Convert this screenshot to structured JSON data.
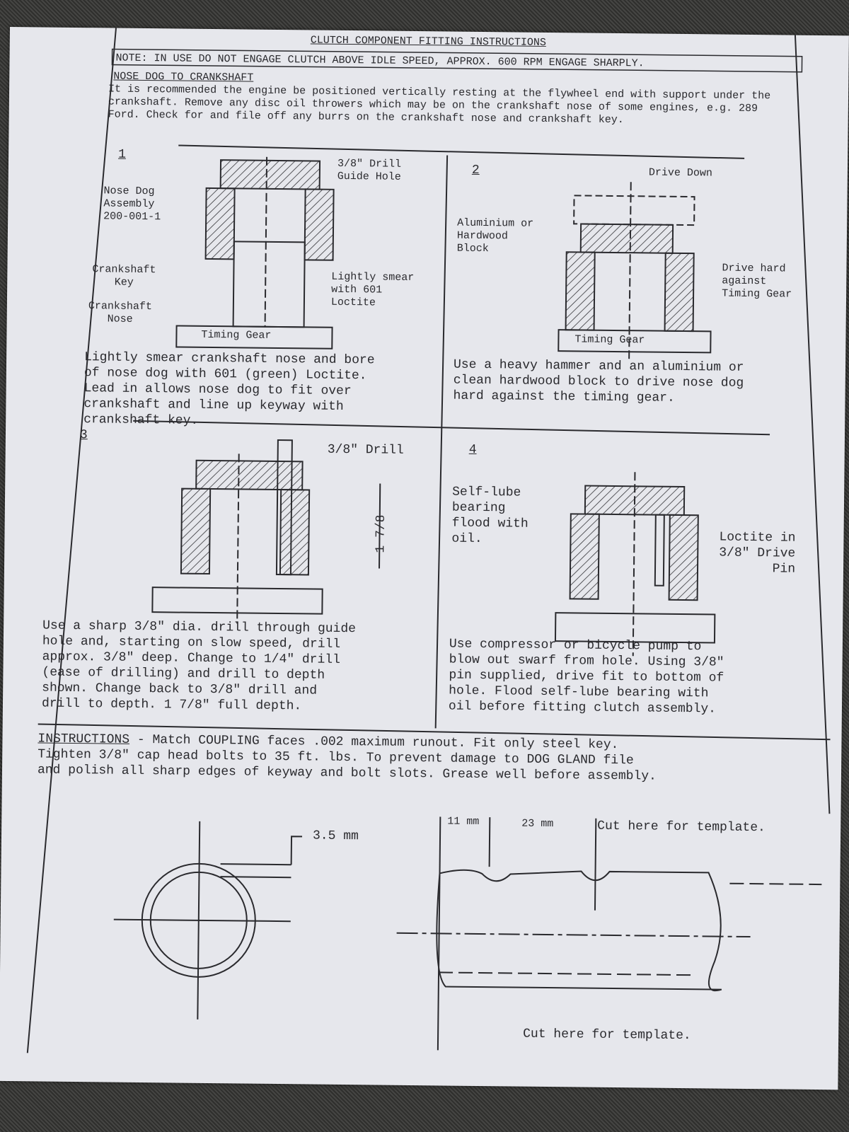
{
  "title": "CLUTCH COMPONENT FITTING INSTRUCTIONS",
  "note": "NOTE: IN USE DO NOT ENGAGE CLUTCH ABOVE IDLE SPEED, APPROX. 600 RPM ENGAGE SHARPLY.",
  "section": {
    "heading": "NOSE DOG TO CRANKSHAFT",
    "intro": "It is recommended the engine be positioned vertically resting at the flywheel end with support under the crankshaft. Remove any disc oil throwers which may be on the crankshaft nose of some engines, e.g. 289 Ford. Check for and file off any burrs on the crankshaft nose and crankshaft key."
  },
  "steps": [
    {
      "number": "1",
      "labels": {
        "drill_guide": "3/8\" Drill\nGuide Hole",
        "nose_dog": "Nose Dog\nAssembly\n200-001-1",
        "key": "Crankshaft\nKey",
        "nose": "Crankshaft\nNose",
        "smear": "Lightly smear\nwith 601\nLoctite",
        "gear": "Timing Gear"
      },
      "text": "Lightly smear crankshaft nose and bore\nof nose dog with 601 (green) Loctite.\nLead in allows nose dog to fit over\ncrankshaft and line up keyway with\ncrankshaft key."
    },
    {
      "number": "2",
      "labels": {
        "drive_down": "Drive Down",
        "block": "Aluminium or\nHardwood\nBlock",
        "drive_hard": "Drive hard\nagainst\nTiming Gear",
        "gear": "Timing Gear"
      },
      "text": "Use a heavy hammer and an aluminium or\nclean hardwood block to drive nose dog\nhard against the timing gear."
    },
    {
      "number": "3",
      "labels": {
        "drill": "3/8\" Drill",
        "depth": "1 7/8"
      },
      "text": "Use a sharp 3/8\" dia. drill through guide\nhole and, starting on slow speed, drill\napprox. 3/8\" deep.  Change to 1/4\" drill\n(ease of drilling) and drill to depth\nshown.  Change back to 3/8\" drill and\ndrill to depth.  1 7/8\"  full depth."
    },
    {
      "number": "4",
      "labels": {
        "bearing": "Self-lube\nbearing\nflood with\noil.",
        "pin": "Loctite in\n3/8\" Drive\nPin"
      },
      "text": "Use compressor or  bicycle pump to\nblow out swarf from hole.  Using 3/8\"\npin supplied, drive fit to bottom of\nhole.  Flood self-lube bearing with\noil before fitting clutch assembly."
    }
  ],
  "instructions": {
    "heading": "INSTRUCTIONS",
    "text": " - Match COUPLING faces .002 maximum runout. Fit only steel key.\nTighten 3/8\" cap head bolts to 35 ft. lbs.  To prevent damage to DOG GLAND file\nand polish all sharp edges of keyway and bolt slots. Grease well before assembly."
  },
  "template": {
    "dim_key": "3.5 mm",
    "dim_a": "11 mm",
    "dim_b": "23 mm",
    "cut_top": "Cut here for template.",
    "cut_bottom": "Cut here for template."
  }
}
